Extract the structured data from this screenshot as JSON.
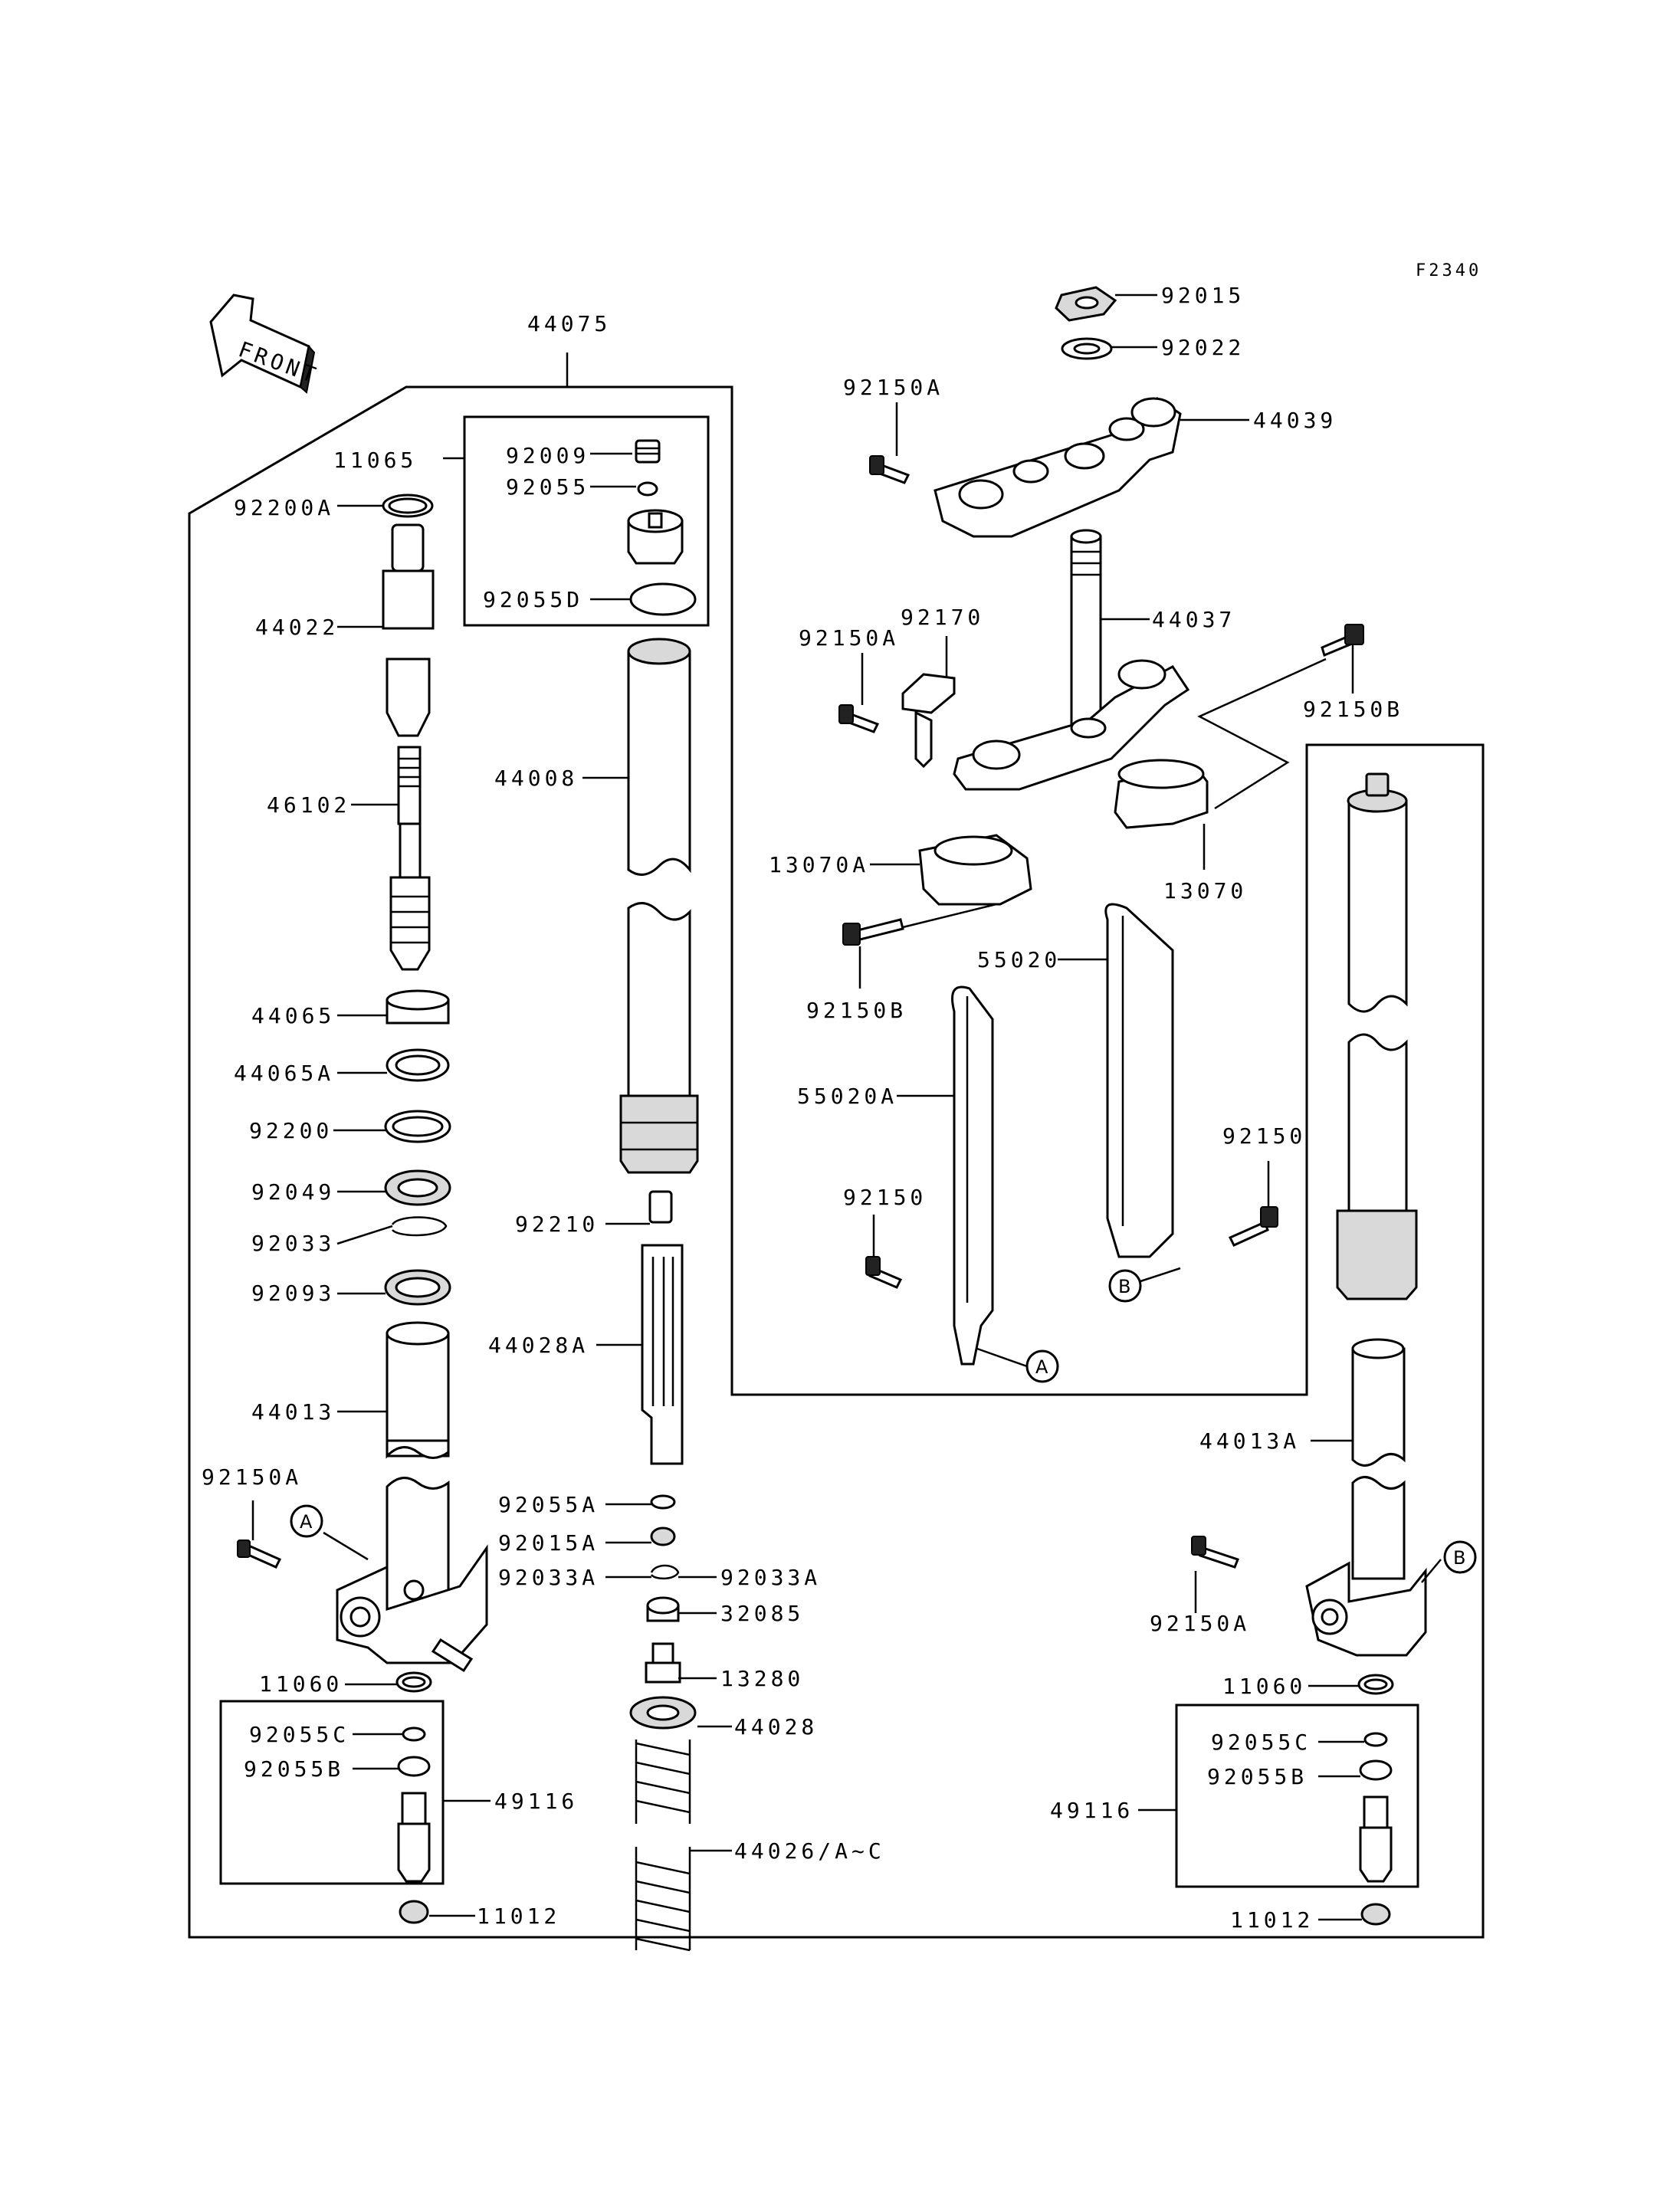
{
  "diagram_code": "F2340",
  "front_arrow": {
    "label": "FRONT",
    "icon": "front-direction-arrow-icon"
  },
  "reference_markers": {
    "a": "A",
    "b": "B"
  },
  "parts": {
    "p44075": "44075",
    "p11065": "11065",
    "p92009": "92009",
    "p92055": "92055",
    "p92055D": "92055D",
    "p92200A": "92200A",
    "p44022": "44022",
    "p46102": "46102",
    "p44065": "44065",
    "p44065A": "44065A",
    "p92200": "92200",
    "p92049": "92049",
    "p92033": "92033",
    "p92093": "92093",
    "p44013": "44013",
    "p92150A_left": "92150A",
    "p11060_left": "11060",
    "p92055C_left": "92055C",
    "p92055B_left": "92055B",
    "p49116_left": "49116",
    "p11012_left": "11012",
    "p44008": "44008",
    "p92210": "92210",
    "p44028A": "44028A",
    "p92055A": "92055A",
    "p92015A": "92015A",
    "p92033A_left": "92033A",
    "p92033A_right": "92033A",
    "p32085": "32085",
    "p13280": "13280",
    "p44028": "44028",
    "p44026": "44026/A~C",
    "p92015": "92015",
    "p92022": "92022",
    "p44039": "44039",
    "p92150A_top": "92150A",
    "p92150A_mid": "92150A",
    "p92170": "92170",
    "p44037": "44037",
    "p92150B_top": "92150B",
    "p13070A": "13070A",
    "p13070": "13070",
    "p92150B_low": "92150B",
    "p55020": "55020",
    "p55020A": "55020A",
    "p92150_left": "92150",
    "p92150_right": "92150",
    "p44013A": "44013A",
    "p92150A_right": "92150A",
    "p11060_right": "11060",
    "p92055C_right": "92055C",
    "p92055B_right": "92055B",
    "p49116_right": "49116",
    "p11012_right": "11012"
  }
}
